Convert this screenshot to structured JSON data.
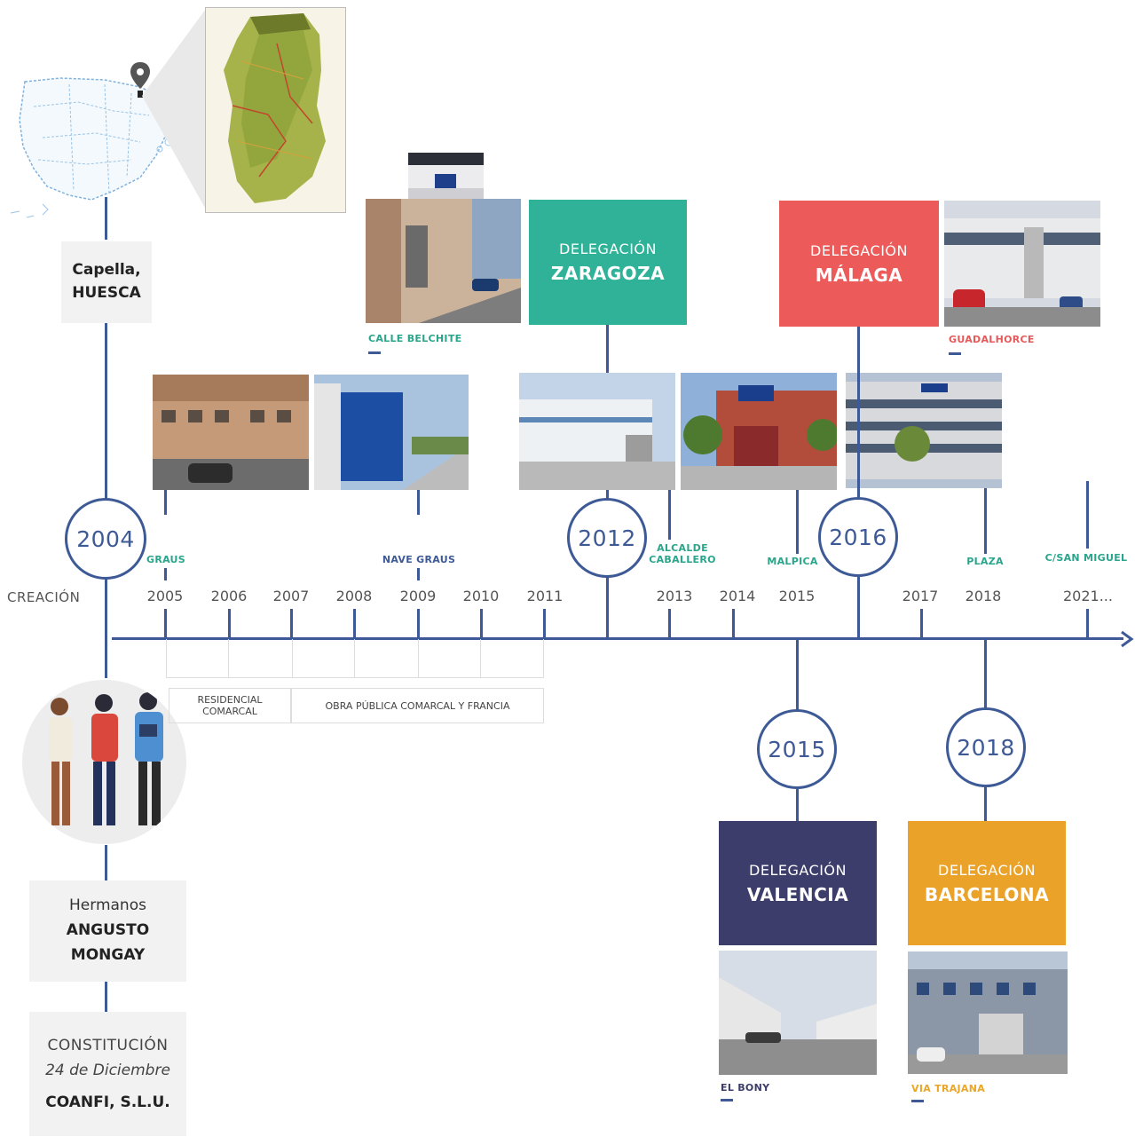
{
  "origin": {
    "location_line1": "Capella,",
    "location_line2": "HUESCA",
    "creation_label": "CREACIÓN",
    "founders_line1": "Hermanos",
    "founders_line2": "ANGUSTO",
    "founders_line3": "MONGAY",
    "constitution_label": "CONSTITUCIÓN",
    "constitution_date": "24 de Diciembre",
    "company_name": "COANFI, S.L.U."
  },
  "milestone_circles": [
    "2004",
    "2012",
    "2016",
    "2015",
    "2018"
  ],
  "years": [
    "2005",
    "2006",
    "2007",
    "2008",
    "2009",
    "2010",
    "2011",
    "2013",
    "2014",
    "2015",
    "2017",
    "2018",
    "2021..."
  ],
  "site_labels": {
    "graus": "GRAUS",
    "nave_graus": "NAVE GRAUS",
    "alcalde_1": "ALCALDE",
    "alcalde_2": "CABALLERO",
    "malpica": "MALPICA",
    "plaza": "PLAZA",
    "san_miguel": "C/SAN MIGUEL"
  },
  "captions": {
    "calle_belchite": "CALLE BELCHITE",
    "guadalhorce": "GUADALHORCE",
    "el_bony": "EL BONY",
    "via_trajana": "VIA TRAJANA"
  },
  "delegations": {
    "zaragoza": {
      "label": "DELEGACIÓN",
      "city": "ZARAGOZA",
      "color": "#2fb297"
    },
    "malaga": {
      "label": "DELEGACIÓN",
      "city": "MÁLAGA",
      "color": "#ec5a5a"
    },
    "valencia": {
      "label": "DELEGACIÓN",
      "city": "VALENCIA",
      "color": "#3c3d6b"
    },
    "barcelona": {
      "label": "DELEGACIÓN",
      "city": "BARCELONA",
      "color": "#eba228"
    }
  },
  "periods": {
    "residencial_1": "RESIDENCIAL",
    "residencial_2": "COMARCAL",
    "obra_publica": "OBRA PÚBLICA COMARCAL Y FRANCIA"
  },
  "colors": {
    "line": "#3d5a96",
    "teal_label": "#2aa58b",
    "red_caption": "#e45a5a",
    "yellow_caption": "#e9a72a",
    "navy_caption": "#3c3d6b"
  }
}
